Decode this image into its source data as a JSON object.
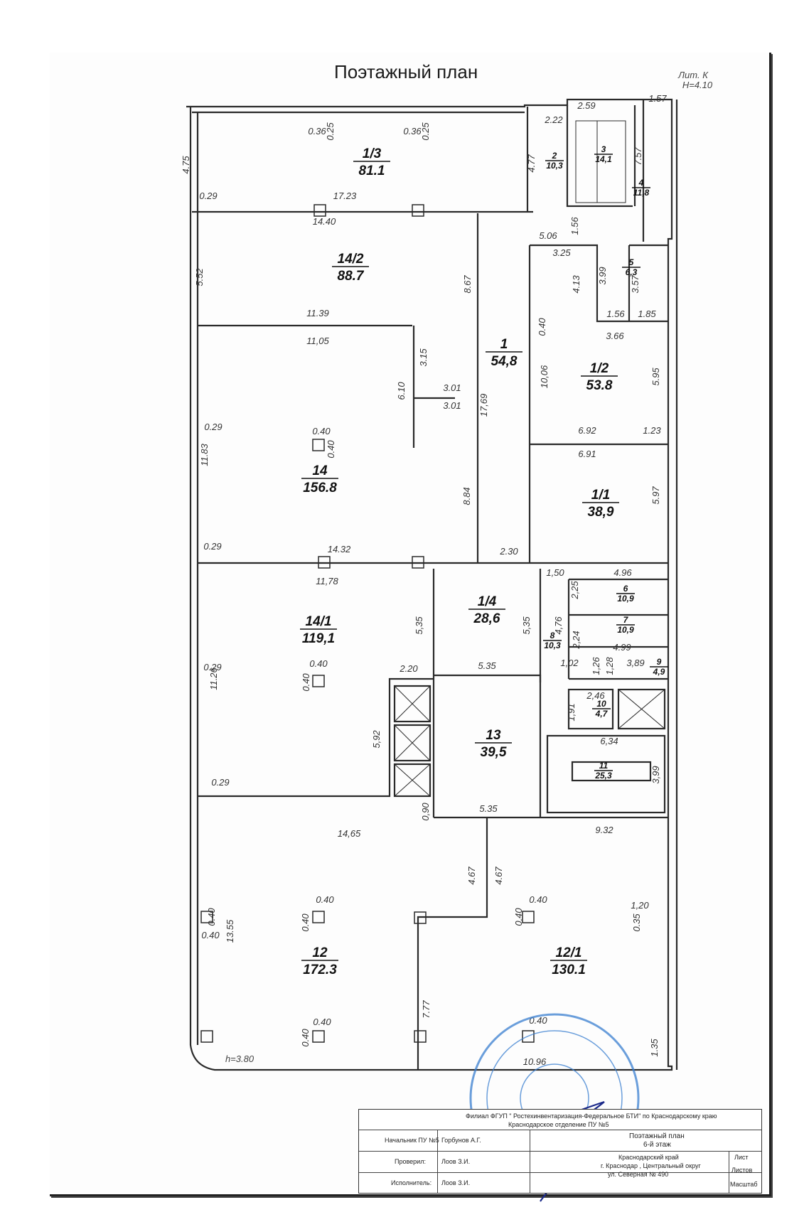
{
  "title": "Поэтажный план",
  "lit": "Лит. К",
  "height_note": "H=4.10",
  "ceiling_note": "h=3.80",
  "rooms": [
    {
      "id": "1/3",
      "area": "81.1"
    },
    {
      "id": "2",
      "area": "10,3"
    },
    {
      "id": "3",
      "area": "14,1"
    },
    {
      "id": "4",
      "area": "11,8"
    },
    {
      "id": "5",
      "area": "6,3"
    },
    {
      "id": "14/2",
      "area": "88.7"
    },
    {
      "id": "1",
      "area": "54,8"
    },
    {
      "id": "1/2",
      "area": "53.8"
    },
    {
      "id": "14",
      "area": "156.8"
    },
    {
      "id": "1/1",
      "area": "38,9"
    },
    {
      "id": "14/1",
      "area": "119,1"
    },
    {
      "id": "1/4",
      "area": "28,6"
    },
    {
      "id": "6",
      "area": "10,9"
    },
    {
      "id": "7",
      "area": "10,9"
    },
    {
      "id": "8",
      "area": "10,3"
    },
    {
      "id": "9",
      "area": "4,9"
    },
    {
      "id": "10",
      "area": "4,7"
    },
    {
      "id": "13",
      "area": "39,5"
    },
    {
      "id": "11",
      "area": "25,3"
    },
    {
      "id": "12",
      "area": "172.3"
    },
    {
      "id": "12/1",
      "area": "130.1"
    }
  ],
  "dimensions": [
    "2.59",
    "1.57",
    "2.22",
    "0.36",
    "0.25",
    "0.36",
    "0.25",
    "4.75",
    "4.77",
    "7.57",
    "0.29",
    "17.23",
    "14.40",
    "1.56",
    "5.06",
    "3.25",
    "5.52",
    "8.67",
    "3.99",
    "4.13",
    "3.57",
    "11.39",
    "11,05",
    "0.40",
    "1.56",
    "1.85",
    "3.66",
    "3.15",
    "6.10",
    "3.01",
    "3.01",
    "17,69",
    "10,06",
    "5.95",
    "0.29",
    "11.83",
    "0.40",
    "0.40",
    "6.92",
    "1.23",
    "6.91",
    "8.84",
    "5.97",
    "0.29",
    "14.32",
    "2.30",
    "11,78",
    "1,50",
    "2,25",
    "4.96",
    "5,35",
    "5,35",
    "4,76",
    "2,24",
    "4.99",
    "0.29",
    "11.26",
    "0.40",
    "0.40",
    "2.20",
    "5.35",
    "1,02",
    "1,26",
    "1,28",
    "3,89",
    "2,46",
    "1,91",
    "6,34",
    "5,92",
    "3,99",
    "0.29",
    "0,90",
    "5.35",
    "14,65",
    "9.32",
    "4.67",
    "4.67",
    "0.40",
    "0.40",
    "0.40",
    "13.55",
    "0.40",
    "0.40",
    "0.40",
    "0.35",
    "1,20",
    "7.77",
    "0.40",
    "0.40",
    "0.40",
    "10.96",
    "1.35"
  ],
  "title_block": {
    "org_line1": "Филиал ФГУП \" Ростехинвентаризация-Федеральное БТИ\" по Краснодарскому краю",
    "org_line2": "Краснодарское отделение ПУ №5",
    "row1_role": "Начальник ПУ №5",
    "row1_name": "Горбунов А.Г.",
    "row2_role": "Проверил:",
    "row2_name": "Лоов З.И.",
    "row3_role": "Исполнитель:",
    "row3_name": "Лоов З.И.",
    "sheet_title1": "Поэтажный план",
    "sheet_title2": "6-й этаж",
    "address1": "Краснодарский край",
    "address2": "г. Краснодар , Центральный округ",
    "address3": "ул. Северная  № 490",
    "col_sheet": "Лист",
    "col_sheets": "Листов",
    "col_scale": "Масштаб"
  },
  "colors": {
    "line": "#2a2a2a",
    "stamp": "#3a7fd0",
    "signature": "#1c2a8a"
  }
}
